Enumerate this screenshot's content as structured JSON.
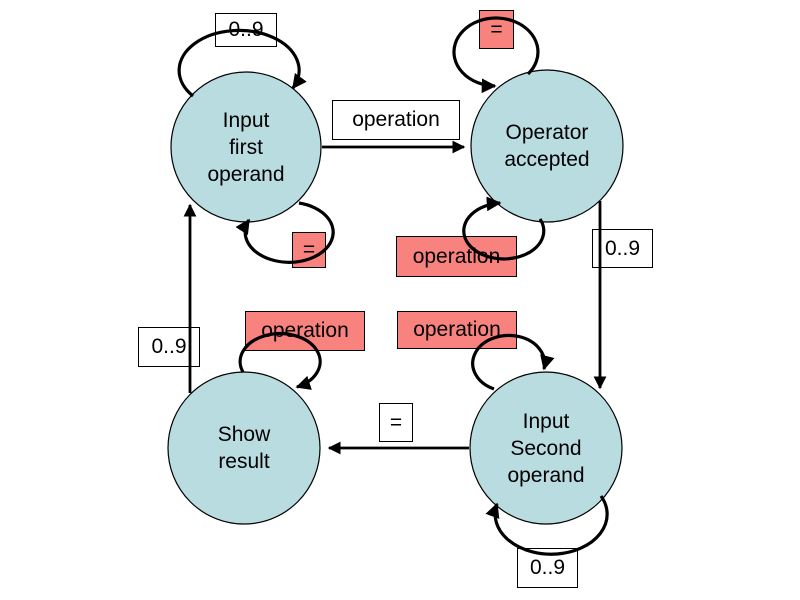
{
  "colors": {
    "state_fill": "#b9dce1",
    "state_stroke": "#000000",
    "pink_label_bg": "#f8827e",
    "white_label_bg": "#ffffff",
    "line_color": "#000000"
  },
  "states": {
    "input_first": {
      "label": "Input\nfirst\noperand"
    },
    "operator_accepted": {
      "label": "Operator\naccepted"
    },
    "show_result": {
      "label": "Show\nresult"
    },
    "input_second": {
      "label": "Input\nSecond\noperand"
    }
  },
  "transition_labels": {
    "first_self_digits": "0..9",
    "operator_self_equals": "=",
    "first_to_operator": "operation",
    "first_self_equals": "=",
    "operator_self_operation": "operation",
    "show_self_operation": "operation",
    "second_self_operation": "operation",
    "show_to_first_digits": "0..9",
    "operator_to_second_digits": "0..9",
    "second_to_show_equals": "=",
    "second_self_digits": "0..9"
  }
}
